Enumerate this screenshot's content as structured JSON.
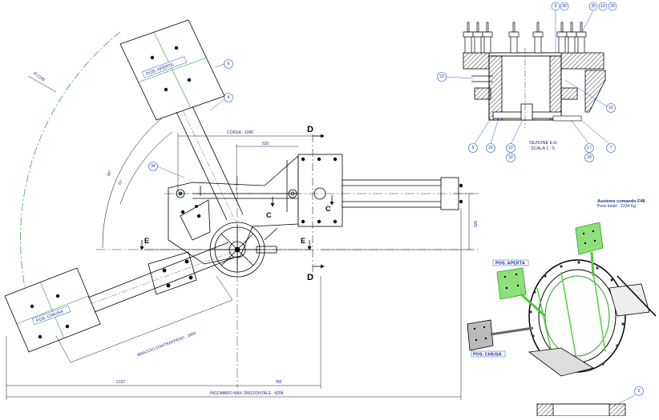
{
  "dimensions": {
    "radius": "R 2185",
    "angle_90": "90°",
    "angle_70": "70°",
    "stroke": "CORSA : 1040",
    "dim_520_top": "520",
    "dim_520_side": "520",
    "arm_length": "BRACCIO CONTRAPPESO : 1800",
    "dim_2137": "2137",
    "dim_780": "780",
    "overall_width": "INGOMBRO MAX ORIZZONTALE : 4208"
  },
  "positions": {
    "open": "POS. APERTA",
    "closed": "POS. CHIUSA",
    "open_iso": "POS. APERTA",
    "closed_iso": "POS. CHIUSA"
  },
  "section_marks": {
    "d": "D",
    "e": "E",
    "c": "C"
  },
  "section_view": {
    "title": "SEZIONE E-E",
    "scale": "SCALA 1 : 5"
  },
  "assembly": {
    "title": "Assieme comando F48",
    "weight": "Peso totale : 2234 Kg"
  },
  "balloons": {
    "b6": "6",
    "b4": "4",
    "b34": "34",
    "b9": "9",
    "b30": "30",
    "b35": "35",
    "b19": "19",
    "b26": "26",
    "b23": "23",
    "b16": "16",
    "b5": "5",
    "b31": "31",
    "b22": "22",
    "b32": "32",
    "b17": "17",
    "b29": "29",
    "b7": "7",
    "b2": "2"
  },
  "colors": {
    "line": "#000000",
    "annotation": "#1a2f8a",
    "centerline": "#2e9a2e",
    "balloon": "#2a5bd7",
    "iso_green": "#4ecb3a"
  }
}
